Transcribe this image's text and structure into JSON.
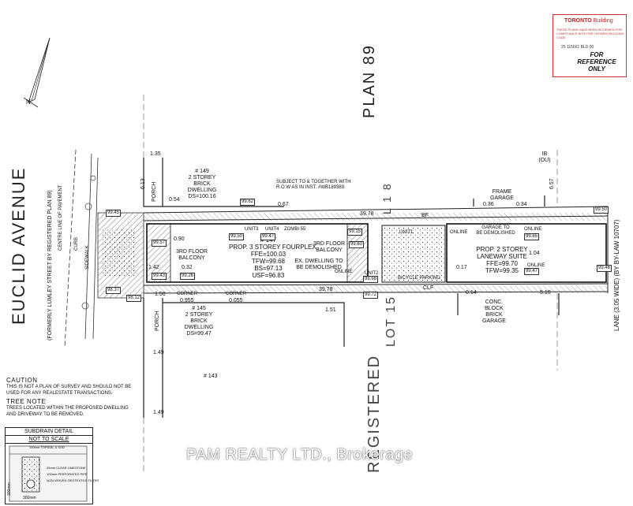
{
  "stamp": {
    "logo_city": "TORONTO",
    "logo_dept": "Building",
    "fine_print": "THESE PLANS HAVE BEEN REVIEWED FOR COMPLIANCE WITH THE ONTARIO BUILDING CODE",
    "permit_number": "25 115661 BLD 00",
    "reference_lines": [
      "FOR",
      "REFERENCE",
      "ONLY"
    ]
  },
  "streets": {
    "euclid": "EUCLID AVENUE",
    "euclid_former": "(FORMERLY LUMLEY STREET BY REGISTERED PLAN 89)",
    "centre_line": "CENTRE LINE OF PAVEMENT",
    "curb": "CURB",
    "sidewalk": "SIDEWALK",
    "lane": "LANE (3.05 WIDE) (BY BY-LAW 10707)"
  },
  "plan_labels": {
    "plan89": "PLAN 89",
    "registered": "REGISTERED",
    "lot15": "LOT 15",
    "lot18": "L 1 8"
  },
  "neighbours": {
    "north": [
      "# 149",
      "2 STOREY",
      "BRICK",
      "DWELLING",
      "DS=100.16"
    ],
    "south": [
      "# 145",
      "2 STOREY",
      "BRICK",
      "DWELLING",
      "DS=99.47"
    ],
    "south2": "# 143",
    "porch_north": "PORCH",
    "porch_south": "PORCH"
  },
  "main_building": {
    "title": [
      "# 147",
      "PROP. 3 STOREY FOURPLEX"
    ],
    "ffe": "FFE=100.03",
    "tfw": "TFW=99.68",
    "bs": "BS=97.13",
    "usf": "USF=96.83",
    "demolish": [
      "EX. DWELLING TO",
      "BE DEMOLISHED"
    ],
    "balcony_left": [
      "3RD FLOOR",
      "BALCONY"
    ],
    "balcony_right": [
      "3RD FLOOR",
      "BALCONY"
    ],
    "online": "ONLINE",
    "unit_labels": [
      "UNIT3",
      "UNIT4",
      "ZOMBI 55",
      "UNIT2",
      "UNIT1"
    ],
    "bicycle": "BICYCLE PARKING",
    "row_note": [
      "SUBJECT TO & TOGETHER WITH",
      "R.O.W AS IN INST. #WB189389"
    ]
  },
  "laneway": {
    "title": [
      "PROP. 2 STOREY",
      "LANEWAY SUITE"
    ],
    "ffe": "FFE=99.70",
    "tfw": "TFW=99.35",
    "demolish_garage": [
      "GARAGE TO",
      "BE DEMOLISHED"
    ],
    "frame_garage": [
      "FRAME",
      "GARAGE"
    ],
    "conc_garage": [
      "CONC.",
      "BLOCK",
      "BRICK",
      "GARAGE"
    ],
    "online_left": "ONLINE",
    "online_right": "ONLINE",
    "online_bottom": "ONLINE"
  },
  "dimensions": {
    "d135": "1.35",
    "d613": "6.13",
    "d054": "0.54",
    "d067": "0.67",
    "d3978_top": "39.78",
    "d3978_bot": "39.78",
    "d036": "0.36",
    "d034": "0.34",
    "d657": "6.57",
    "d104": "1.04",
    "d017": "0.17",
    "d014": "0.14",
    "d510": "5.10",
    "d090": "0.90",
    "d032": "0.32",
    "d142": "1.42",
    "d150": "1.50",
    "d0955": "0.955",
    "d0055": "0.055",
    "d149a": "1.49",
    "d149b": "1.49",
    "d151": "1.51",
    "corner1": "CORNER",
    "corner2": "CORNER",
    "bf": "BF",
    "clf": "CLF",
    "ib": [
      "IB",
      "(OU)"
    ]
  },
  "spot_elevations": [
    "99.62",
    "99.50",
    "99.47",
    "99.60",
    "99.57",
    "99.43",
    "99.26",
    "98.12",
    "99.68",
    "99.15",
    "99.72",
    "99.65",
    "99.50",
    "99.47",
    "99.46",
    "99.45",
    "98.37"
  ],
  "notes": {
    "caution_title": "CAUTION",
    "caution_text": [
      "THIS IS NOT A PLAN OF SURVEY AND SHOULD NOT BE",
      "USED FOR ANY REALESTATE TRANSACTIONS."
    ],
    "tree_title": "TREE NOTE",
    "tree_text": [
      "TREES LOCATED WITHIN THE PROPOSED DWELLING",
      "AND DRIVEWAY TO BE REMOVED."
    ]
  },
  "subdrain": {
    "title": "SUBDRAIN DETAIL",
    "subtitle": "NOT TO SCALE",
    "labels": [
      "100mm TOPSOIL & SOD",
      "25mm CLEAR LIMESTONE",
      "100mm PERFORATED PIPE",
      "NON-WOVEN GEOTEXTILE FILTER",
      "300mm",
      "300mm"
    ]
  },
  "north_arrow": "N",
  "watermark": "PAM REALTY LTD., Brokerage"
}
